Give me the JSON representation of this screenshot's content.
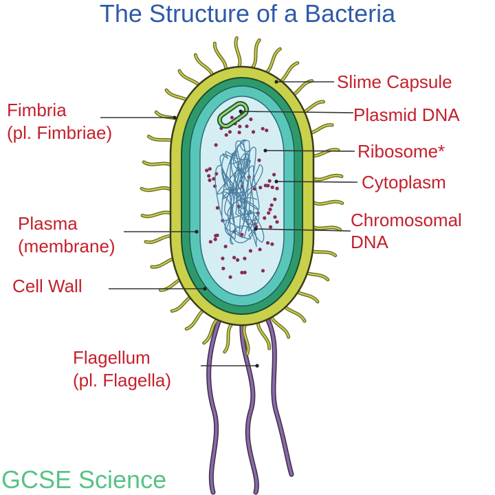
{
  "title": "The Structure of a Bacteria",
  "footer": "GCSE Science",
  "labels": {
    "slime_capsule": "Slime Capsule",
    "plasmid_dna": "Plasmid DNA",
    "ribosome": "Ribosome*",
    "cytoplasm": "Cytoplasm",
    "chromosomal_line1": "Chromosomal",
    "chromosomal_line2": "DNA",
    "fimbria_line1": "Fimbria",
    "fimbria_line2": "(pl. Fimbriae)",
    "plasma_line1": "Plasma",
    "plasma_line2": "(membrane)",
    "cell_wall": "Cell Wall",
    "flagellum_line1": "Flagellum",
    "flagellum_line2": "(pl. Flagella)"
  },
  "colors": {
    "title": "#2f5aa8",
    "footer": "#57c285",
    "label": "#c4202b",
    "capsule": "#c9d04a",
    "cell_wall": "#2e9a6c",
    "membrane": "#59c6ba",
    "cytoplasm": "#d4eef4",
    "ribosome": "#8a2a52",
    "dna": "#4a7ea0",
    "flagellum": "#8a6aa6",
    "fimbria": "#6b6c2a"
  }
}
